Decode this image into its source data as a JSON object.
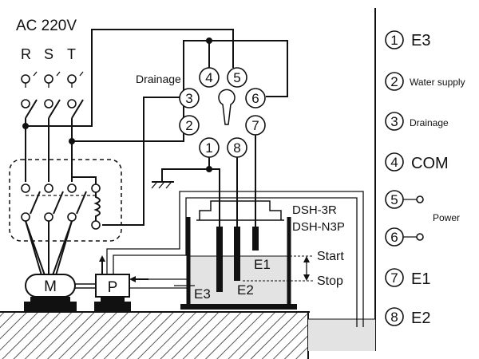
{
  "supply": {
    "voltage": "AC 220V",
    "phases": [
      "R",
      "S",
      "T"
    ]
  },
  "relay": {
    "pins": [
      "1",
      "2",
      "3",
      "4",
      "5",
      "6",
      "7",
      "8"
    ],
    "drainage_label": "Drainage"
  },
  "tank": {
    "models": [
      "DSH-3R",
      "DSH-N3P"
    ],
    "electrodes": [
      "E1",
      "E2",
      "E3"
    ],
    "start_label": "Start",
    "stop_label": "Stop"
  },
  "motor": {
    "motor_label": "M",
    "pump_label": "P"
  },
  "legend": [
    {
      "num": "1",
      "text": "E3"
    },
    {
      "num": "2",
      "text": "Water supply"
    },
    {
      "num": "3",
      "text": "Drainage"
    },
    {
      "num": "4",
      "text": "COM"
    },
    {
      "num": "5",
      "text": ""
    },
    {
      "num": "6",
      "text": ""
    },
    {
      "num": "7",
      "text": "E1"
    },
    {
      "num": "8",
      "text": "E2"
    }
  ],
  "legend_power_label": "Power"
}
